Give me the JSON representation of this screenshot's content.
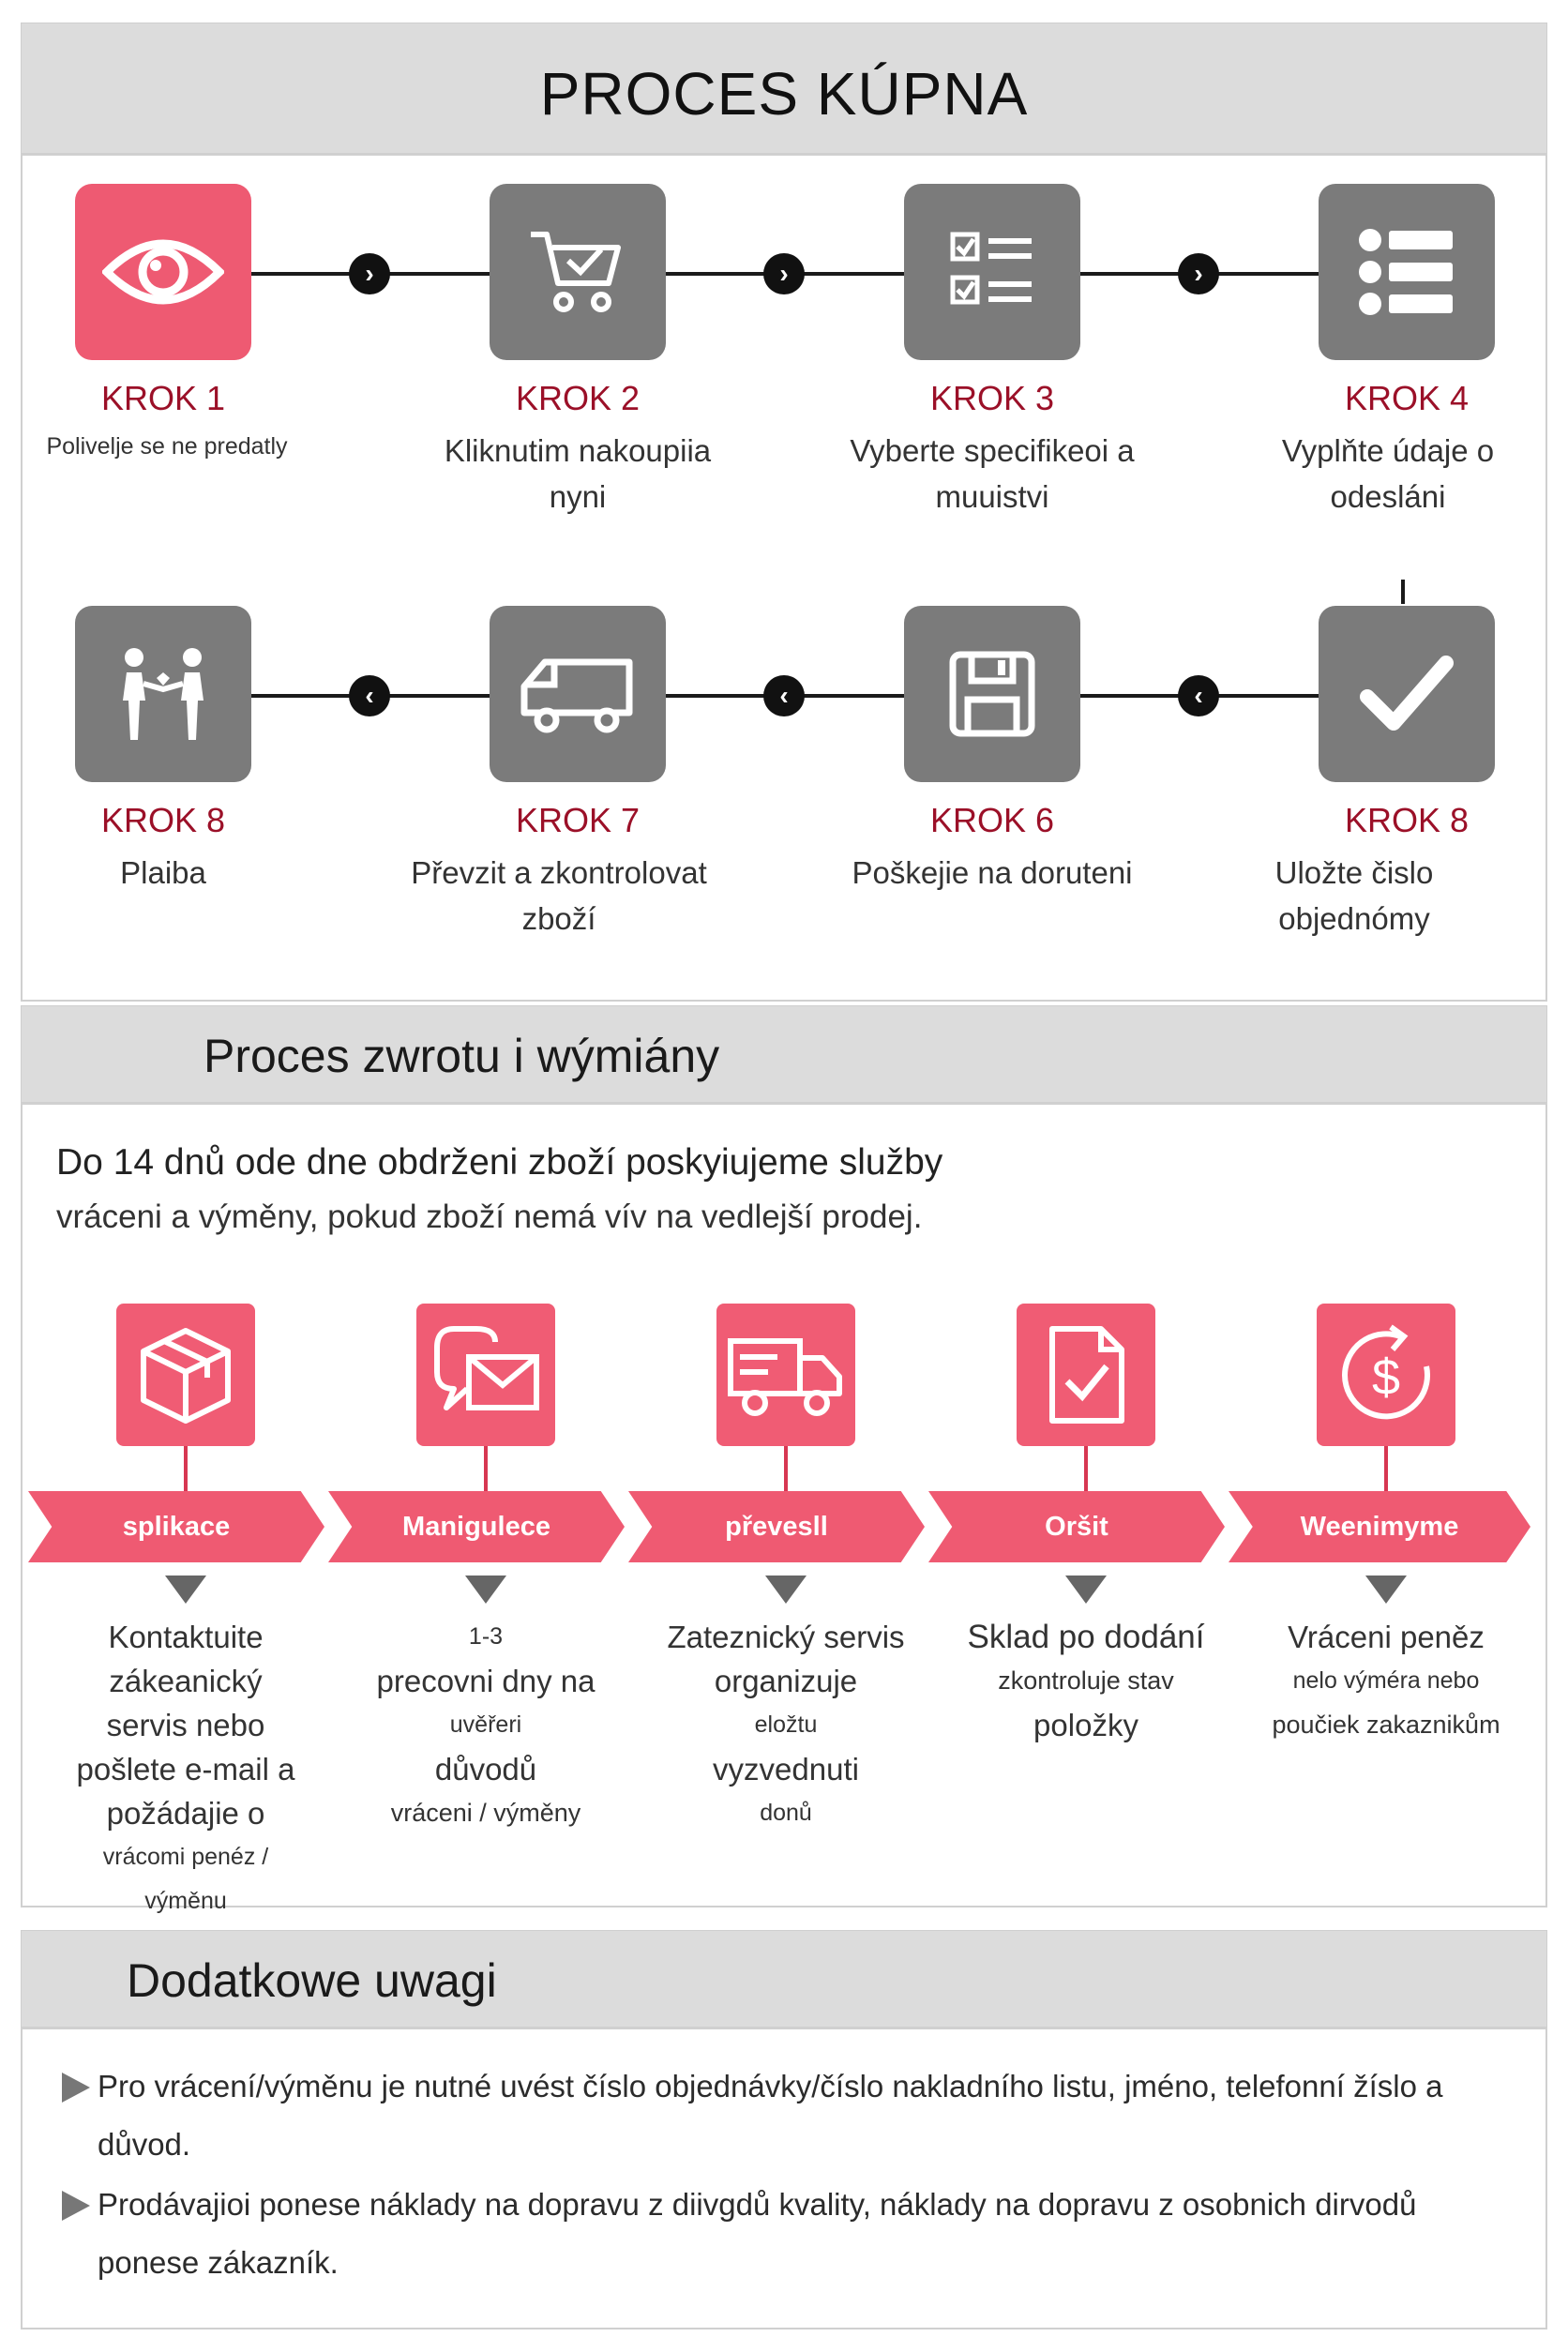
{
  "header": {
    "title": "PROCES KÚPNA"
  },
  "purchase_steps": [
    {
      "label": "KROK 1",
      "desc": "Polivelje se ne predatly",
      "icon": "eye-icon"
    },
    {
      "label": "KROK 2",
      "desc": "Kliknutim nakoupiia nyni",
      "icon": "cart-icon"
    },
    {
      "label": "KROK 3",
      "desc": "Vyberte specifikeoi a muuistvi",
      "icon": "checklist-icon"
    },
    {
      "label": "KROK 4",
      "desc": "Vyplňte údaje o odesláni",
      "icon": "list-icon"
    },
    {
      "label": "KROK 8",
      "desc": "Uložte čislo objednómy",
      "icon": "check-icon"
    },
    {
      "label": "KROK 6",
      "desc": "Poškejie na doruteni",
      "icon": "save-icon"
    },
    {
      "label": "KROK 7",
      "desc": "Převzit a zkontrolovat zboží",
      "icon": "truck-icon"
    },
    {
      "label": "KROK 8",
      "desc": "Plaiba",
      "icon": "handshake-icon"
    }
  ],
  "returns": {
    "title": "Proces zwrotu i wýmiány",
    "intro_line1": "Do 14 dnů ode dne obdrženi zboží poskyiujeme služby",
    "intro_line2": "vráceni a výměny, pokud zboží nemá vív na vedlejší prodej.",
    "steps": [
      {
        "ribbon": "splikace",
        "icon": "box-icon",
        "lines": [
          "Kontaktuite zákeanický",
          "servis nebo",
          "pošlete e-mail a",
          "požádajie o",
          "vrácomi penéz /",
          "výměnu"
        ]
      },
      {
        "ribbon": "Manigulece",
        "icon": "email-chat-icon",
        "lines": [
          "1-3",
          "precovni dny na",
          "uvěřeri",
          "důvodů",
          "vráceni / výměny"
        ]
      },
      {
        "ribbon": "převesll",
        "icon": "delivery-truck-icon",
        "lines": [
          "Zateznický servis",
          "organizuje",
          "eložtu",
          "vyzvednuti",
          "donů"
        ]
      },
      {
        "ribbon": "Oršit",
        "icon": "document-check-icon",
        "lines": [
          "Sklad po dodání",
          "zkontroluje stav",
          "položky"
        ]
      },
      {
        "ribbon": "Weenimyme",
        "icon": "refund-dollar-icon",
        "lines": [
          "Vráceni peněz",
          "nelo výméra nebo",
          "poučiek zakaznikům"
        ]
      }
    ]
  },
  "notes": {
    "title": "Dodatkowe uwagi",
    "items": [
      "Pro vrácení/výměnu je nutné uvést číslo objednávky/číslo nakladního listu, jméno, telefonní žíslo a důvod.",
      "Prodávajioi ponese náklady na dopravu z diivgdů kvality, náklady na dopravu z osobnich dirvodů ponese zákazník."
    ]
  }
}
